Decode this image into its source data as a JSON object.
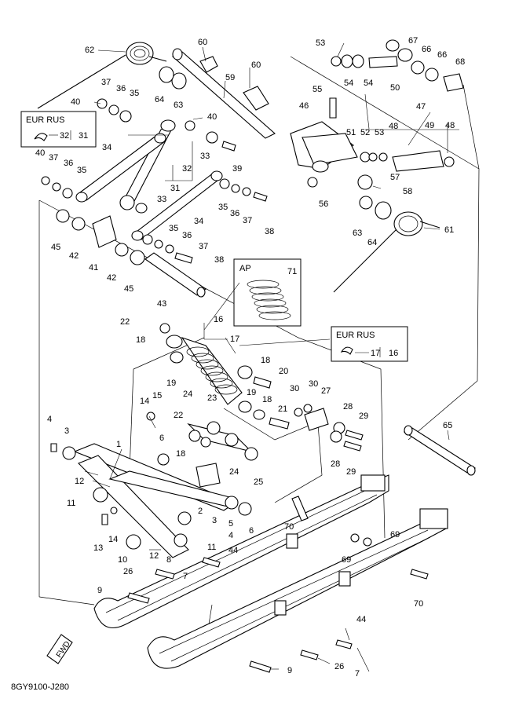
{
  "diagram": {
    "code": "8GY9100-J280",
    "fwd_label": "FWD",
    "ap_label": "AP",
    "eur_rus_label": "EUR RUS",
    "callouts": {
      "c1": "1",
      "c2": "2",
      "c3a": "3",
      "c3b": "3",
      "c4a": "4",
      "c4b": "4",
      "c5": "5",
      "c6a": "6",
      "c6b": "6",
      "c7a": "7",
      "c7b": "7",
      "c8": "8",
      "c9a": "9",
      "c9b": "9",
      "c10": "10",
      "c11a": "11",
      "c11b": "11",
      "c12a": "12",
      "c12b": "12",
      "c13": "13",
      "c14a": "14",
      "c14b": "14",
      "c15": "15",
      "c16": "16",
      "c16b": "16",
      "c17": "17",
      "c17b": "17",
      "c18a": "18",
      "c18b": "18",
      "c18c": "18",
      "c18d": "18",
      "c19a": "19",
      "c19b": "19",
      "c20": "20",
      "c21": "21",
      "c22a": "22",
      "c22b": "22",
      "c23": "23",
      "c24a": "24",
      "c24b": "24",
      "c25": "25",
      "c26a": "26",
      "c26b": "26",
      "c27": "27",
      "c28a": "28",
      "c28b": "28",
      "c29a": "29",
      "c29b": "29",
      "c30a": "30",
      "c30b": "30",
      "c31a": "31",
      "c31b": "31",
      "c32a": "32",
      "c32b": "32",
      "c33a": "33",
      "c33b": "33",
      "c34a": "34",
      "c34b": "34",
      "c35a": "35",
      "c35b": "35",
      "c35c": "35",
      "c35d": "35",
      "c36a": "36",
      "c36b": "36",
      "c36c": "36",
      "c36d": "36",
      "c37a": "37",
      "c37b": "37",
      "c37c": "37",
      "c37d": "37",
      "c38a": "38",
      "c38b": "38",
      "c39": "39",
      "c40a": "40",
      "c40b": "40",
      "c40c": "40",
      "c41": "41",
      "c42a": "42",
      "c42b": "42",
      "c43": "43",
      "c44a": "44",
      "c44b": "44",
      "c45a": "45",
      "c45b": "45",
      "c46": "46",
      "c47": "47",
      "c48a": "48",
      "c48b": "48",
      "c49": "49",
      "c50": "50",
      "c51": "51",
      "c52": "52",
      "c53a": "53",
      "c53b": "53",
      "c54a": "54",
      "c54b": "54",
      "c55": "55",
      "c56": "56",
      "c57": "57",
      "c58": "58",
      "c59": "59",
      "c60a": "60",
      "c60b": "60",
      "c61": "61",
      "c62": "62",
      "c63a": "63",
      "c63b": "63",
      "c64a": "64",
      "c64b": "64",
      "c65": "65",
      "c66a": "66",
      "c66b": "66",
      "c67": "67",
      "c68": "68",
      "c69a": "69",
      "c69b": "69",
      "c70a": "70",
      "c70b": "70",
      "c71": "71"
    }
  },
  "colors": {
    "line": "#000000",
    "background": "#ffffff"
  }
}
